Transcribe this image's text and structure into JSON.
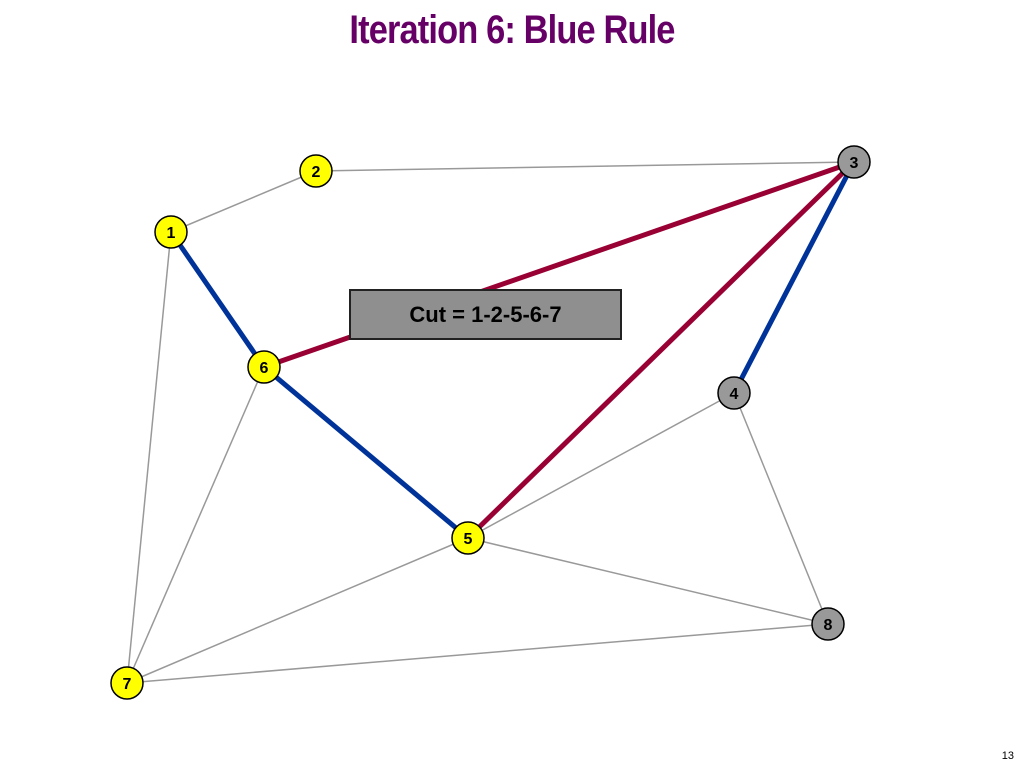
{
  "slide": {
    "title": "Iteration 6:  Blue Rule",
    "cut_label": "Cut = 1-2-5-6-7",
    "page_number": "13"
  },
  "colors": {
    "title": "#660066",
    "in_cut_node": "#ffff00",
    "out_cut_node": "#999999",
    "blue_edge": "#003399",
    "red_edge": "#990033",
    "plain_edge": "#999999"
  },
  "graph": {
    "nodes": [
      {
        "id": "1",
        "group": "in_cut"
      },
      {
        "id": "2",
        "group": "in_cut"
      },
      {
        "id": "3",
        "group": "out_cut"
      },
      {
        "id": "4",
        "group": "out_cut"
      },
      {
        "id": "5",
        "group": "in_cut"
      },
      {
        "id": "6",
        "group": "in_cut"
      },
      {
        "id": "7",
        "group": "in_cut"
      },
      {
        "id": "8",
        "group": "out_cut"
      }
    ],
    "edges": [
      {
        "from": "1",
        "to": "2",
        "color": "plain"
      },
      {
        "from": "2",
        "to": "3",
        "color": "plain"
      },
      {
        "from": "1",
        "to": "7",
        "color": "plain"
      },
      {
        "from": "6",
        "to": "7",
        "color": "plain"
      },
      {
        "from": "5",
        "to": "7",
        "color": "plain"
      },
      {
        "from": "7",
        "to": "8",
        "color": "plain"
      },
      {
        "from": "5",
        "to": "4",
        "color": "plain"
      },
      {
        "from": "5",
        "to": "8",
        "color": "plain"
      },
      {
        "from": "4",
        "to": "8",
        "color": "plain"
      },
      {
        "from": "1",
        "to": "6",
        "color": "blue"
      },
      {
        "from": "6",
        "to": "5",
        "color": "blue"
      },
      {
        "from": "3",
        "to": "4",
        "color": "blue"
      },
      {
        "from": "6",
        "to": "3",
        "color": "red"
      },
      {
        "from": "5",
        "to": "3",
        "color": "red"
      }
    ]
  }
}
